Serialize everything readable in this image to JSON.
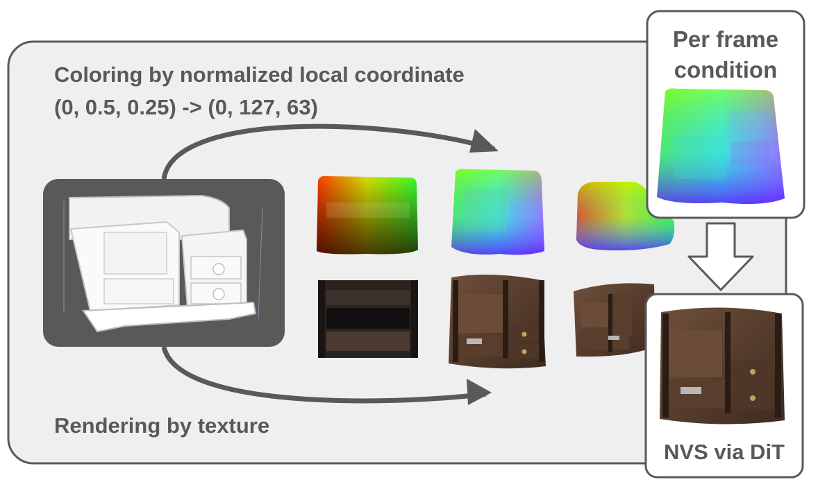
{
  "captions": {
    "coloring_line1": "Coloring by normalized local coordinate",
    "coloring_line2": "(0, 0.5, 0.25) -> (0, 127, 63)",
    "rendering": "Rendering by texture"
  },
  "condition_box": {
    "line1": "Per frame",
    "line2": "condition"
  },
  "output_box": {
    "label": "NVS via DiT"
  },
  "colors": {
    "panel_fill": "#efefef",
    "panel_stroke": "#595959",
    "arrow": "#595959",
    "mesh_bg": "#595959",
    "text": "#595959",
    "wood_dark": "#3b2a20",
    "wood_mid": "#5a3f2e",
    "wood_light": "#7a5a44"
  },
  "icons": [
    "mesh-furniture-icon",
    "coordinate-map-icon",
    "textured-render-icon",
    "down-arrow-icon"
  ]
}
